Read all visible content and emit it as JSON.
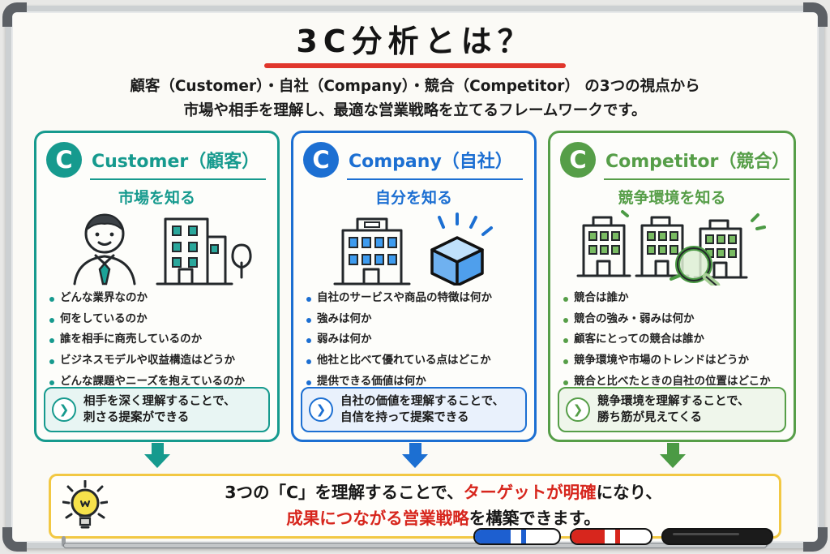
{
  "board": {
    "title": "3C分析とは？",
    "subtitle_line1": "顧客（Customer）・自社（Company）・競合（Competitor） の3つの視点から",
    "subtitle_line2": "市場や相手を理解し、最適な営業戦略を立てるフレームワークです。"
  },
  "panels": [
    {
      "badge": "C",
      "title": "Customer（顧客）",
      "subtitle": "市場を知る",
      "color": "#169a8e",
      "bullets": [
        "どんな業界なのか",
        "何をしているのか",
        "誰を相手に商売しているのか",
        "ビジネスモデルや収益構造はどうか",
        "どんな課題やニーズを抱えているのか"
      ],
      "callout_line1": "相手を深く理解することで、",
      "callout_line2": "刺さる提案ができる"
    },
    {
      "badge": "C",
      "title": "Company（自社）",
      "subtitle": "自分を知る",
      "color": "#1c6fd2",
      "bullets": [
        "自社のサービスや商品の特徴は何か",
        "強みは何か",
        "弱みは何か",
        "他社と比べて優れている点はどこか",
        "提供できる価値は何か"
      ],
      "callout_line1": "自社の価値を理解することで、",
      "callout_line2": "自信を持って提案できる"
    },
    {
      "badge": "C",
      "title": "Competitor（競合）",
      "subtitle": "競争環境を知る",
      "color": "#569e48",
      "bullets": [
        "競合は誰か",
        "競合の強み・弱みは何か",
        "顧客にとっての競合は誰か",
        "競争環境や市場のトレンドはどうか",
        "競合と比べたときの自社の位置はどこか"
      ],
      "callout_line1": "競争環境を理解することで、",
      "callout_line2": "勝ち筋が見えてくる"
    }
  ],
  "summary": {
    "line1_black": "3つの「C」を理解することで、",
    "line1_red": "ターゲットが明確",
    "line1_tail": "になり、",
    "line2_red": "成果につながる営業戦略",
    "line2_tail": "を構築できます。"
  },
  "icons": {
    "chevron_right": "❯",
    "lightbulb": "lightbulb-icon"
  },
  "colors": {
    "customer_accent": "#169a8e",
    "company_accent": "#1c6fd2",
    "competitor_accent": "#569e48",
    "title_underline_red": "#e0362c",
    "emphasis_red": "#d7261d",
    "summary_border_yellow": "#f2c843"
  }
}
